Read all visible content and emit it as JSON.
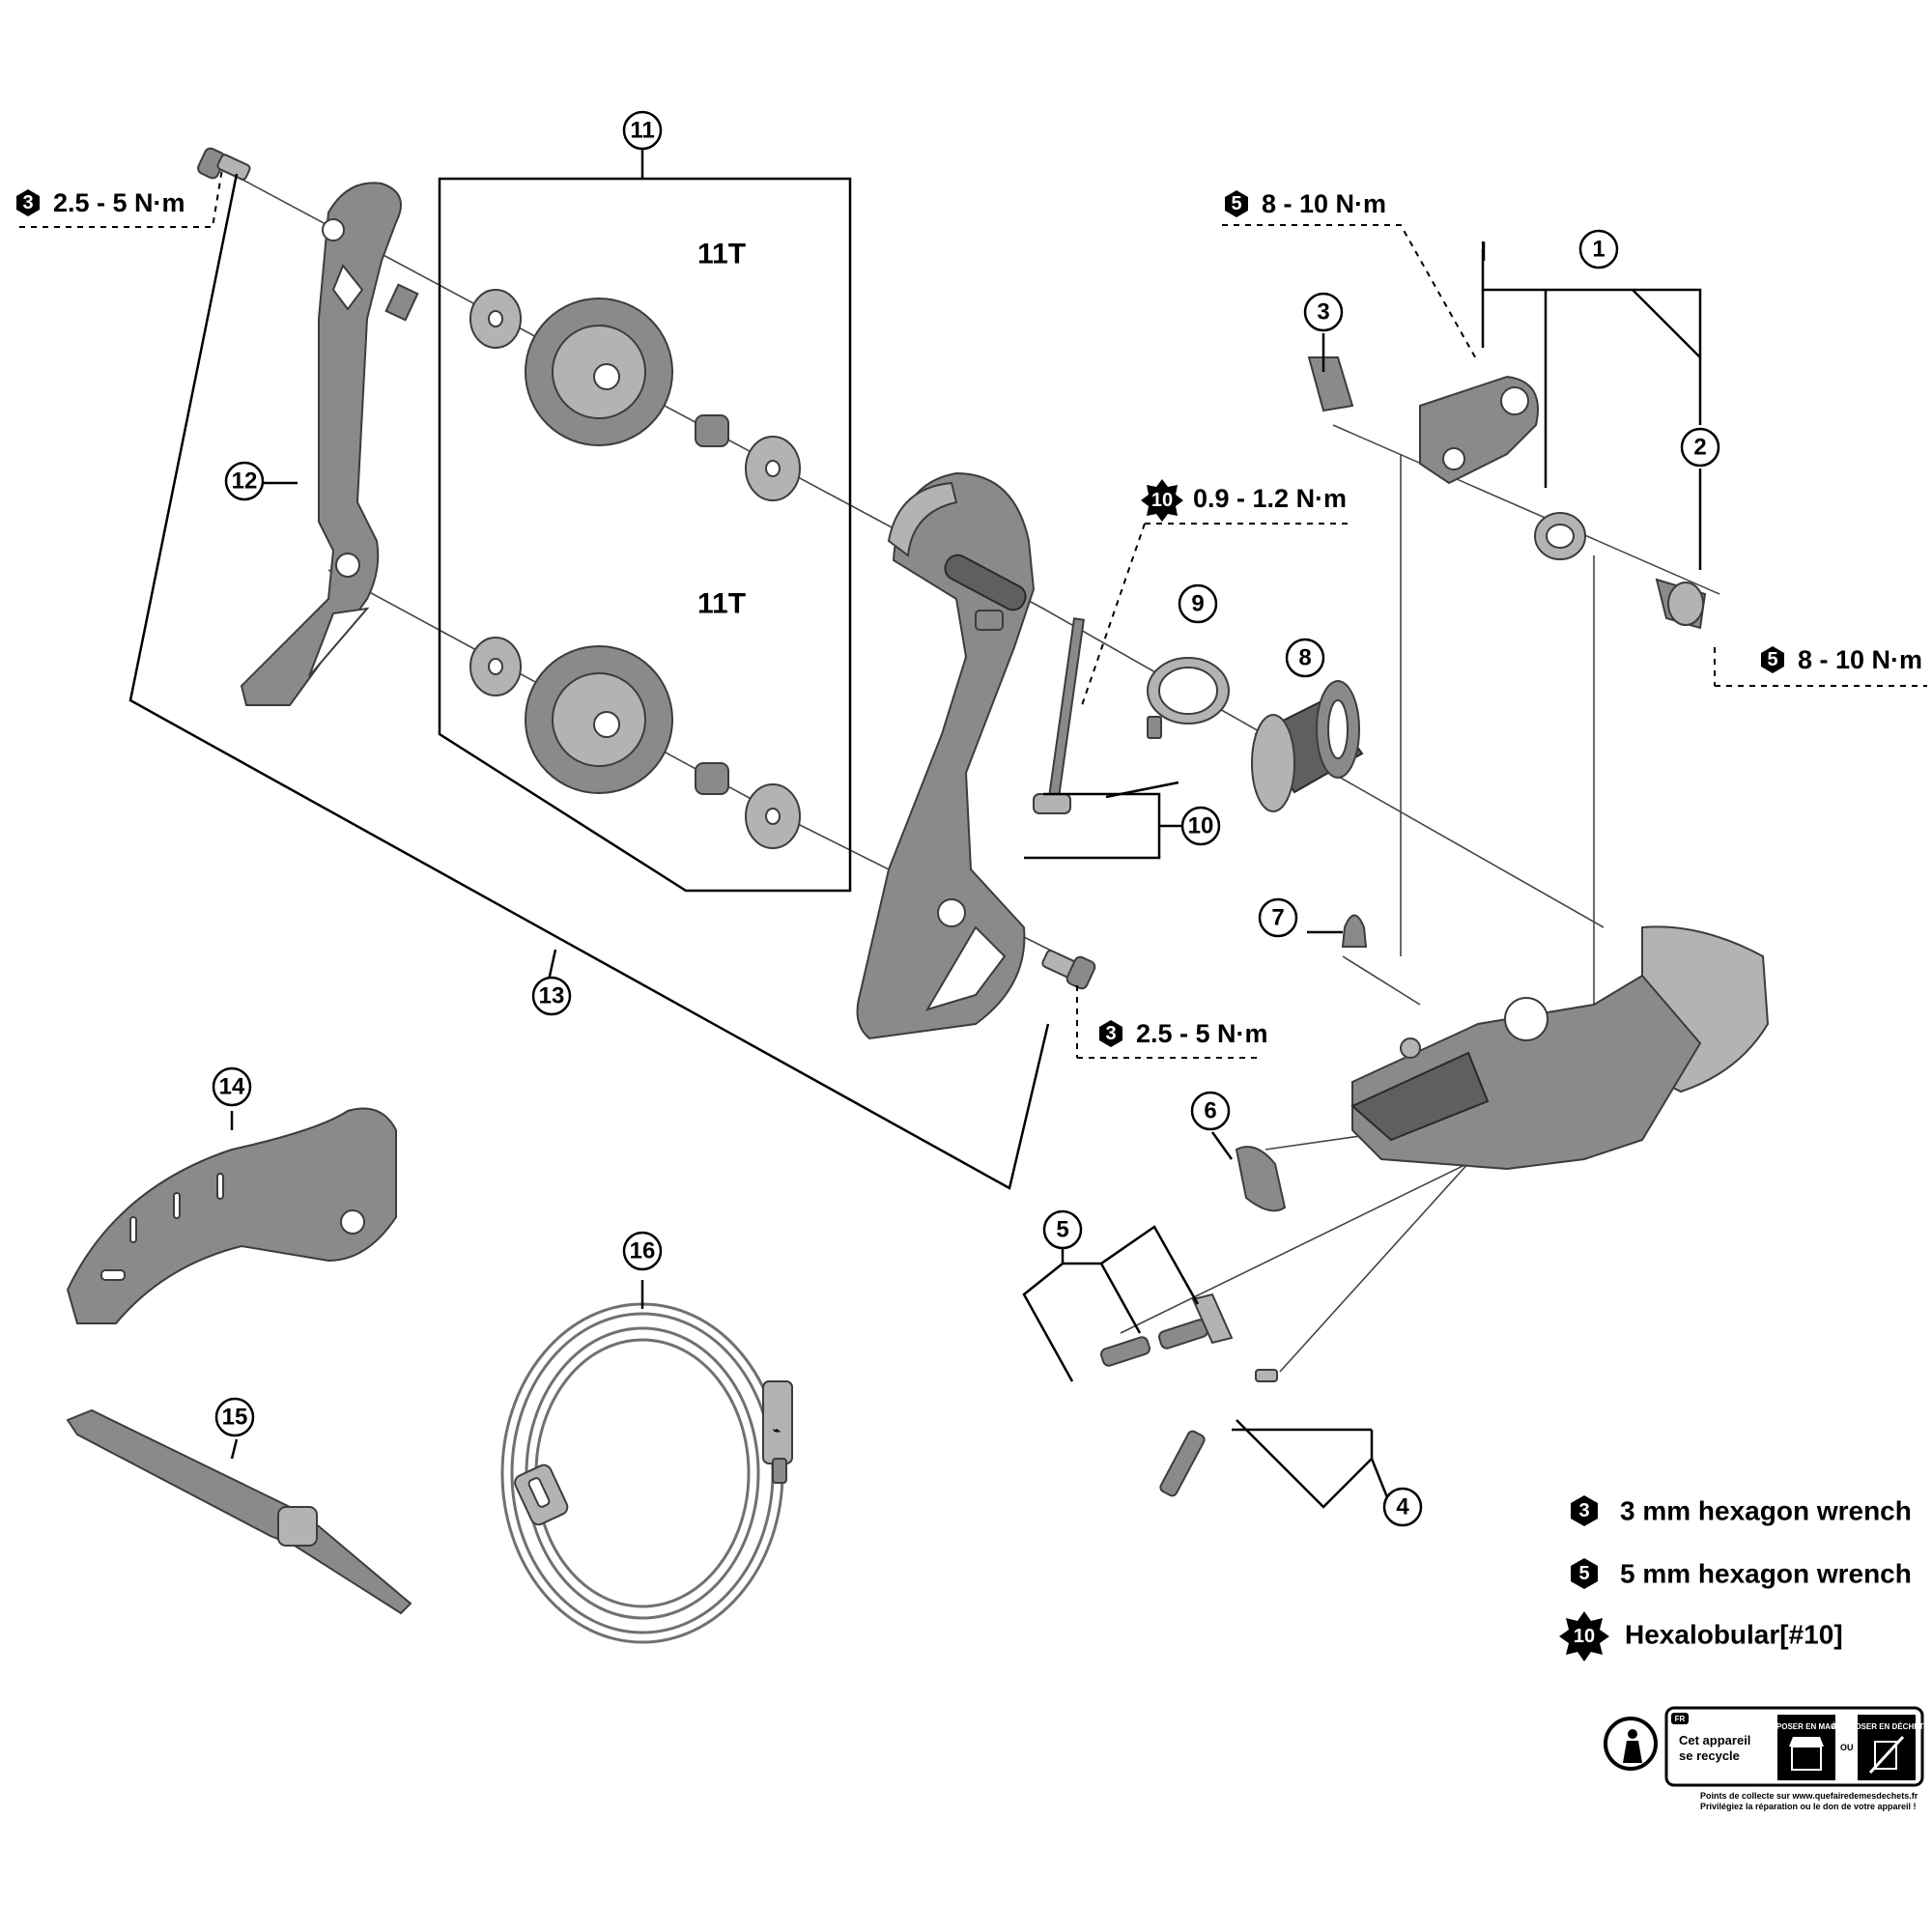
{
  "callouts": [
    "1",
    "2",
    "3",
    "4",
    "5",
    "6",
    "7",
    "8",
    "9",
    "10",
    "11",
    "12",
    "13",
    "14",
    "15",
    "16"
  ],
  "torques": {
    "top_left": {
      "tool": "3",
      "value": "2.5 - 5 N·m"
    },
    "top_right": {
      "tool": "5",
      "value": "8 - 10 N·m"
    },
    "right": {
      "tool": "5",
      "value": "8 - 10 N·m"
    },
    "middle": {
      "tool": "10",
      "value": "0.9 - 1.2 N·m"
    },
    "bottom": {
      "tool": "3",
      "value": "2.5 - 5 N·m"
    }
  },
  "pulley_labels": {
    "upper": "11T",
    "lower": "11T"
  },
  "legend": [
    {
      "badge": "3",
      "text": "3 mm hexagon wrench",
      "shape": "hexagon"
    },
    {
      "badge": "5",
      "text": "5 mm hexagon wrench",
      "shape": "hexagon"
    },
    {
      "badge": "10",
      "text": "Hexalobular[#10]",
      "shape": "star"
    }
  ],
  "recycle": {
    "tag": "FR",
    "main": [
      "Cet appareil",
      "se recycle"
    ],
    "options": [
      "À DÉPOSER EN MAGASIN",
      "À DÉPOSER EN DÉCHÈTERIE"
    ],
    "or": "OU",
    "footer": [
      "Points de collecte sur www.quefairedemesdechets.fr",
      "Privilégiez la réparation ou le don de votre appareil !"
    ]
  },
  "icons": [
    "hex-wrench-icon",
    "hexalobular-icon",
    "usb-plug-icon",
    "recycle-person-icon",
    "shop-icon",
    "no-trash-icon"
  ]
}
